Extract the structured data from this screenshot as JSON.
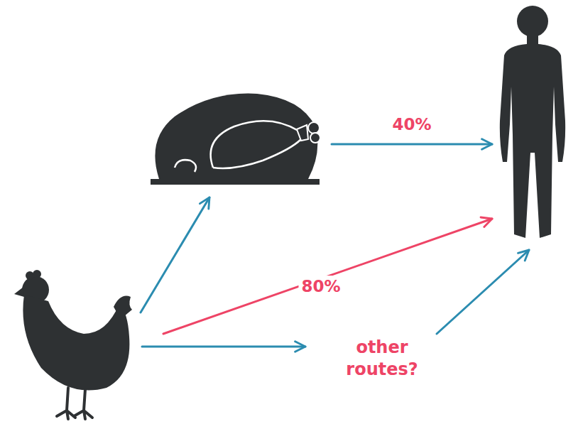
{
  "diagram": {
    "labels": [
      "40%",
      "80%",
      "other routes?"
    ]
  }
}
